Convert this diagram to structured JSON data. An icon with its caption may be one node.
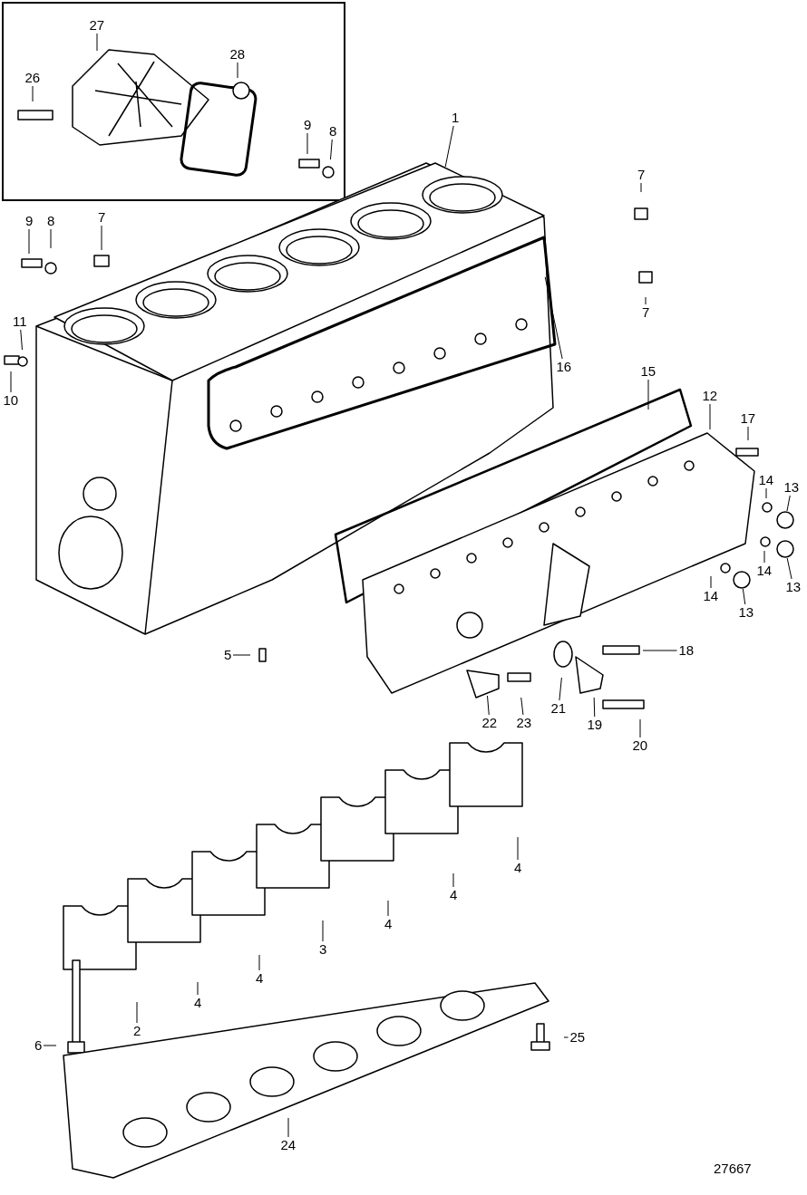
{
  "diagram": {
    "nodes": [
      {
        "text": [
          "27"
        ]
      },
      {
        "text": [
          "28"
        ]
      },
      {
        "text": [
          "26"
        ]
      },
      {
        "text": [
          "9"
        ]
      },
      {
        "text": [
          "8"
        ]
      },
      {
        "text": [
          "1"
        ]
      },
      {
        "text": [
          "7"
        ]
      },
      {
        "text": [
          "9"
        ]
      },
      {
        "text": [
          "8"
        ]
      },
      {
        "text": [
          "7"
        ]
      },
      {
        "text": [
          "7"
        ]
      },
      {
        "text": [
          "11"
        ]
      },
      {
        "text": [
          "10"
        ]
      },
      {
        "text": [
          "16"
        ]
      },
      {
        "text": [
          "15"
        ]
      },
      {
        "text": [
          "12"
        ]
      },
      {
        "text": [
          "17"
        ]
      },
      {
        "text": [
          "14"
        ]
      },
      {
        "text": [
          "13"
        ]
      },
      {
        "text": [
          "14"
        ]
      },
      {
        "text": [
          "13"
        ]
      },
      {
        "text": [
          "14"
        ]
      },
      {
        "text": [
          "13"
        ]
      },
      {
        "text": [
          "18"
        ]
      },
      {
        "text": [
          "5"
        ]
      },
      {
        "text": [
          "21"
        ]
      },
      {
        "text": [
          "22"
        ]
      },
      {
        "text": [
          "23"
        ]
      },
      {
        "text": [
          "19"
        ]
      },
      {
        "text": [
          "20"
        ]
      },
      {
        "text": [
          "4"
        ]
      },
      {
        "text": [
          "4"
        ]
      },
      {
        "text": [
          "4"
        ]
      },
      {
        "text": [
          "3"
        ]
      },
      {
        "text": [
          "4"
        ]
      },
      {
        "text": [
          "4"
        ]
      },
      {
        "text": [
          "2"
        ]
      },
      {
        "text": [
          "6"
        ]
      },
      {
        "text": [
          "25"
        ]
      },
      {
        "text": [
          "24"
        ]
      },
      {
        "text": [],
        "shape": "circle"
      },
      {
        "text": [],
        "shape": "circle"
      },
      {
        "text": [],
        "shape": "circle"
      }
    ],
    "edges": [
      {
        "from": 0,
        "to": null,
        "arrow": "none"
      },
      {
        "from": 1,
        "to": null,
        "arrow": "none"
      },
      {
        "from": 2,
        "to": null,
        "arrow": "none"
      },
      {
        "from": 3,
        "to": null,
        "arrow": "none"
      },
      {
        "from": 4,
        "to": null,
        "arrow": "none"
      },
      {
        "from": 5,
        "to": null,
        "arrow": "none"
      },
      {
        "from": 6,
        "to": null,
        "arrow": "none"
      },
      {
        "from": 7,
        "to": null,
        "arrow": "none"
      },
      {
        "from": 8,
        "to": null,
        "arrow": "none"
      },
      {
        "from": 9,
        "to": null,
        "arrow": "none"
      },
      {
        "from": 10,
        "to": null,
        "arrow": "none"
      },
      {
        "from": 11,
        "to": null,
        "arrow": "none"
      },
      {
        "from": 12,
        "to": null,
        "arrow": "none"
      },
      {
        "from": 13,
        "to": null,
        "arrow": "none"
      },
      {
        "from": 14,
        "to": null,
        "arrow": "none"
      },
      {
        "from": 15,
        "to": null,
        "arrow": "none"
      },
      {
        "from": 16,
        "to": null,
        "arrow": "none"
      },
      {
        "from": 17,
        "to": null,
        "arrow": "none"
      },
      {
        "from": 18,
        "to": 40,
        "arrow": "none"
      },
      {
        "from": 19,
        "to": null,
        "arrow": "none"
      },
      {
        "from": 20,
        "to": 41,
        "arrow": "none"
      },
      {
        "from": 21,
        "to": null,
        "arrow": "none"
      },
      {
        "from": 22,
        "to": 42,
        "arrow": "none"
      },
      {
        "from": 23,
        "to": null,
        "arrow": "none"
      },
      {
        "from": 24,
        "to": null,
        "arrow": "none"
      },
      {
        "from": 25,
        "to": null,
        "arrow": "none"
      },
      {
        "from": 26,
        "to": null,
        "arrow": "none"
      },
      {
        "from": 27,
        "to": null,
        "arrow": "none"
      },
      {
        "from": 28,
        "to": null,
        "arrow": "none"
      },
      {
        "from": 29,
        "to": null,
        "arrow": "none"
      },
      {
        "from": 30,
        "to": null,
        "arrow": "none"
      },
      {
        "from": 31,
        "to": null,
        "arrow": "none"
      },
      {
        "from": 32,
        "to": null,
        "arrow": "none"
      },
      {
        "from": 33,
        "to": null,
        "arrow": "none"
      },
      {
        "from": 34,
        "to": null,
        "arrow": "none"
      },
      {
        "from": 35,
        "to": null,
        "arrow": "none"
      },
      {
        "from": 36,
        "to": null,
        "arrow": "none"
      },
      {
        "from": 37,
        "to": null,
        "arrow": "none"
      },
      {
        "from": 38,
        "to": null,
        "arrow": "none"
      },
      {
        "from": 39,
        "to": null,
        "arrow": "none"
      }
    ],
    "labels": [
      "27667"
    ]
  }
}
